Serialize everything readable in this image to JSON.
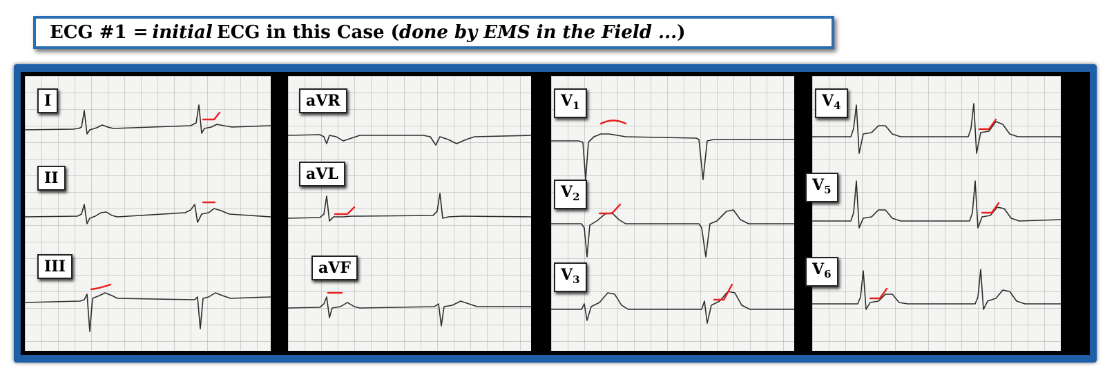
{
  "title": {
    "part1": "ECG #1 = ",
    "part2": "initial",
    "part3": " ECG in this Case (",
    "part4": "done by EMS in the Field ...",
    "part5": " )"
  },
  "leads": {
    "I": "I",
    "II": "II",
    "III": "III",
    "aVR": "aVR",
    "aVL": "aVL",
    "aVF": "aVF",
    "V1": {
      "base": "V",
      "sub": "1"
    },
    "V2": {
      "base": "V",
      "sub": "2"
    },
    "V3": {
      "base": "V",
      "sub": "3"
    },
    "V4": {
      "base": "V",
      "sub": "4"
    },
    "V5": {
      "base": "V",
      "sub": "5"
    },
    "V6": {
      "base": "V",
      "sub": "6"
    }
  },
  "colors": {
    "frame": "#1f5fa8",
    "title_border": "#2a6fb3",
    "annotation": "#e8201e",
    "trace": "#2d2d2d"
  }
}
